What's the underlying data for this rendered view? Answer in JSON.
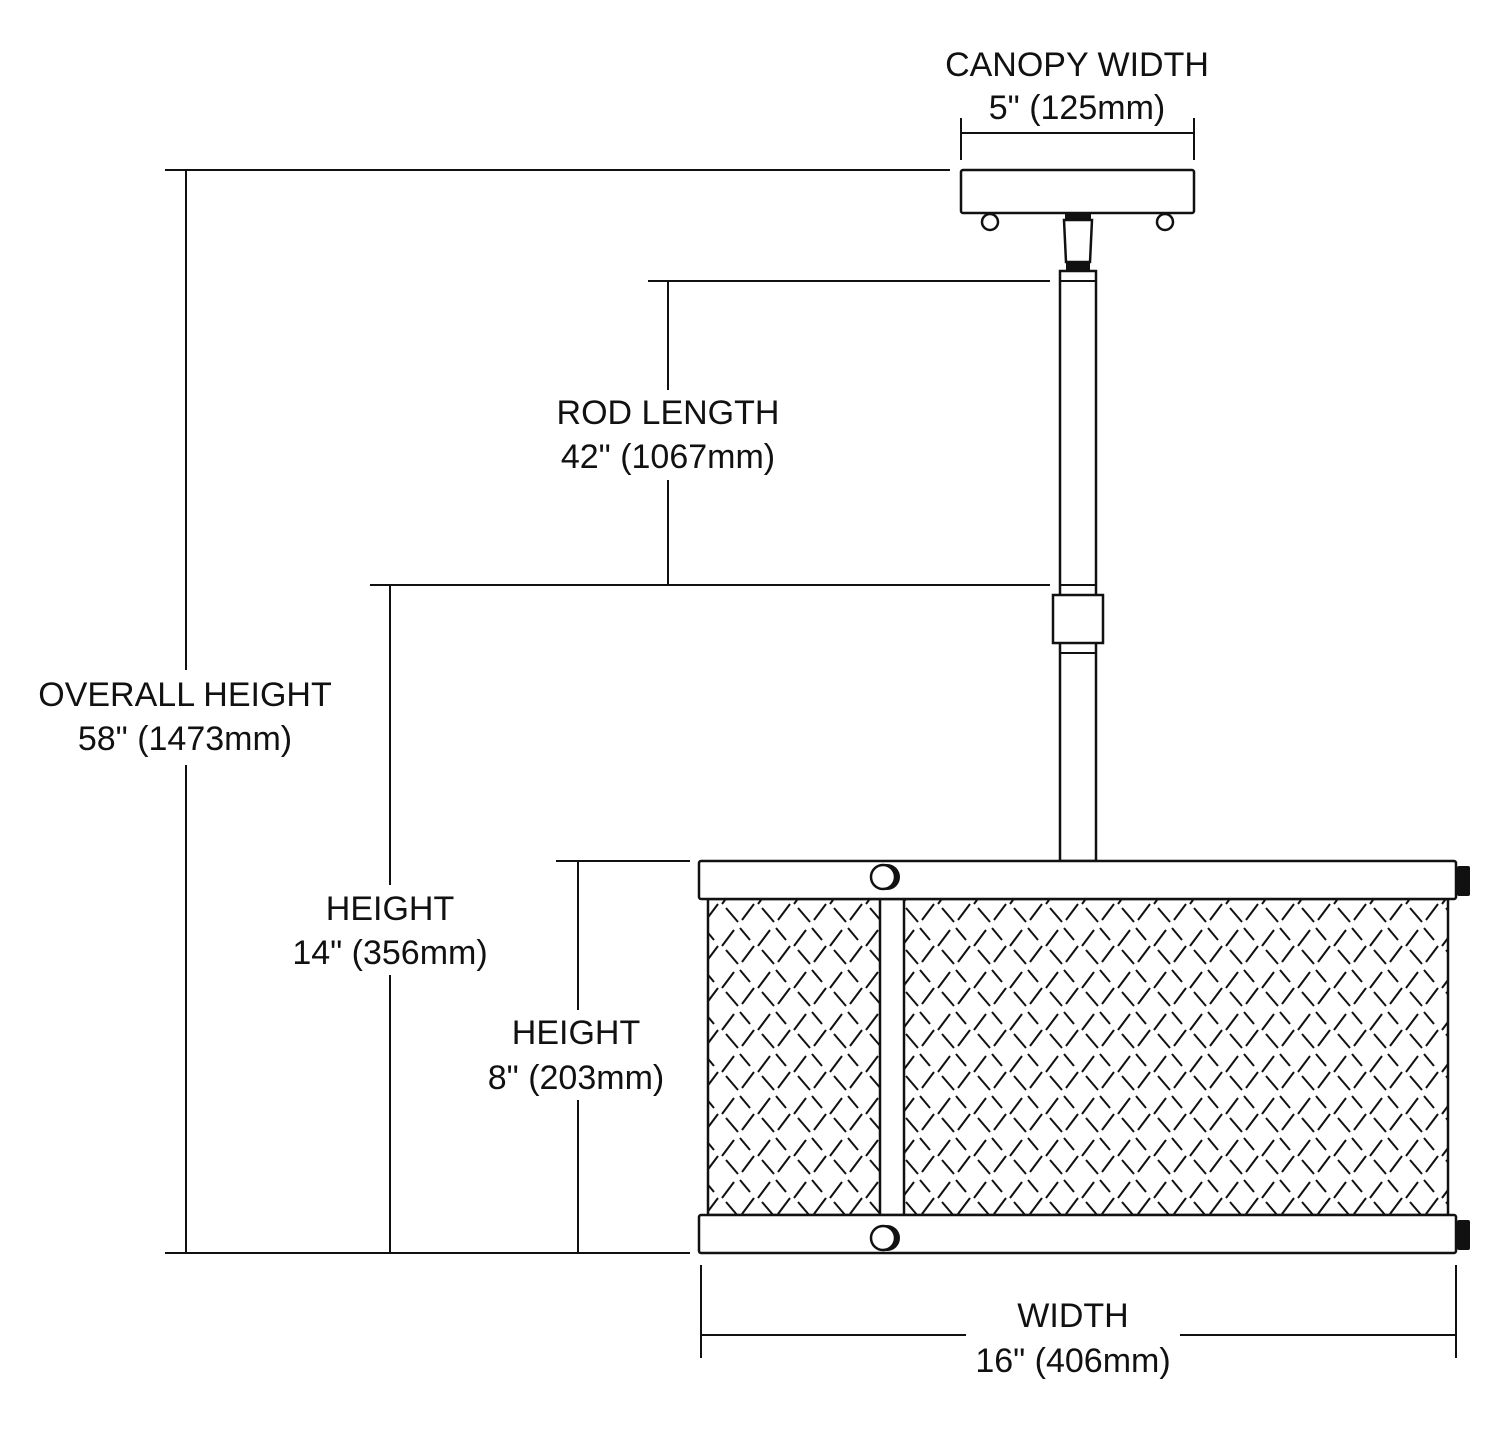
{
  "dimensions": {
    "canopy_width": {
      "label": "CANOPY WIDTH",
      "value": "5\" (125mm)"
    },
    "rod_length": {
      "label": "ROD LENGTH",
      "value": "42\" (1067mm)"
    },
    "overall_height": {
      "label": "OVERALL HEIGHT",
      "value": "58\" (1473mm)"
    },
    "height_with_rod": {
      "label": "HEIGHT",
      "value": "14\" (356mm)"
    },
    "shade_height": {
      "label": "HEIGHT",
      "value": "8\" (203mm)"
    },
    "width": {
      "label": "WIDTH",
      "value": "16\" (406mm)"
    }
  },
  "colors": {
    "line": "#111111",
    "background": "#ffffff"
  }
}
